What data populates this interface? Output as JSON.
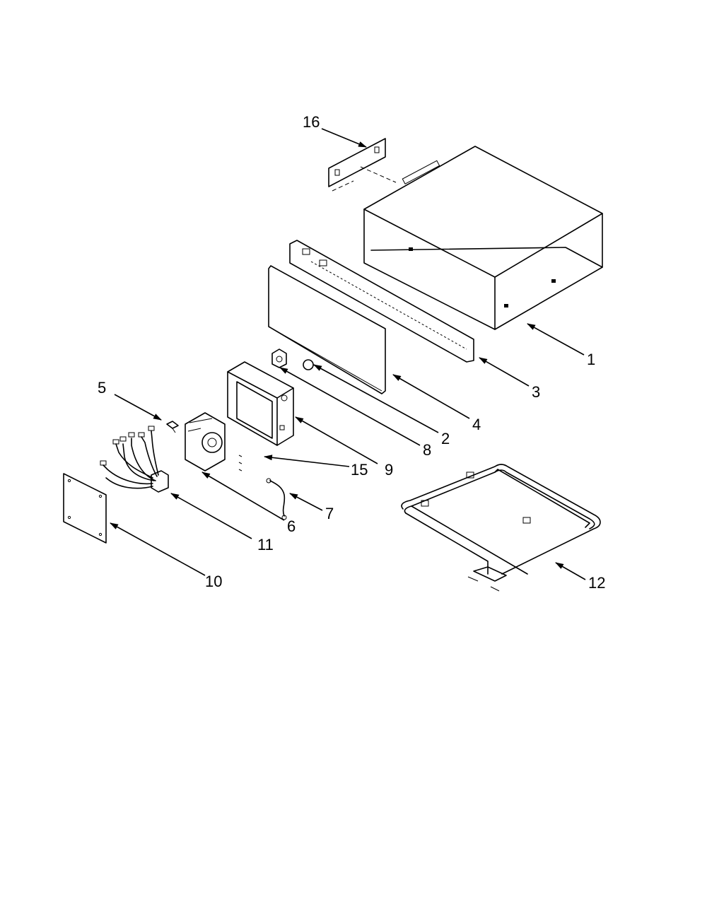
{
  "callouts": {
    "c1": "1",
    "c2": "2",
    "c3": "3",
    "c4": "4",
    "c5": "5",
    "c6": "6",
    "c7": "7",
    "c8": "8",
    "c9": "9",
    "c10": "10",
    "c11": "11",
    "c12": "12",
    "c15": "15",
    "c16": "16"
  },
  "colors": {
    "ink": "#000000",
    "paper": "#ffffff"
  }
}
